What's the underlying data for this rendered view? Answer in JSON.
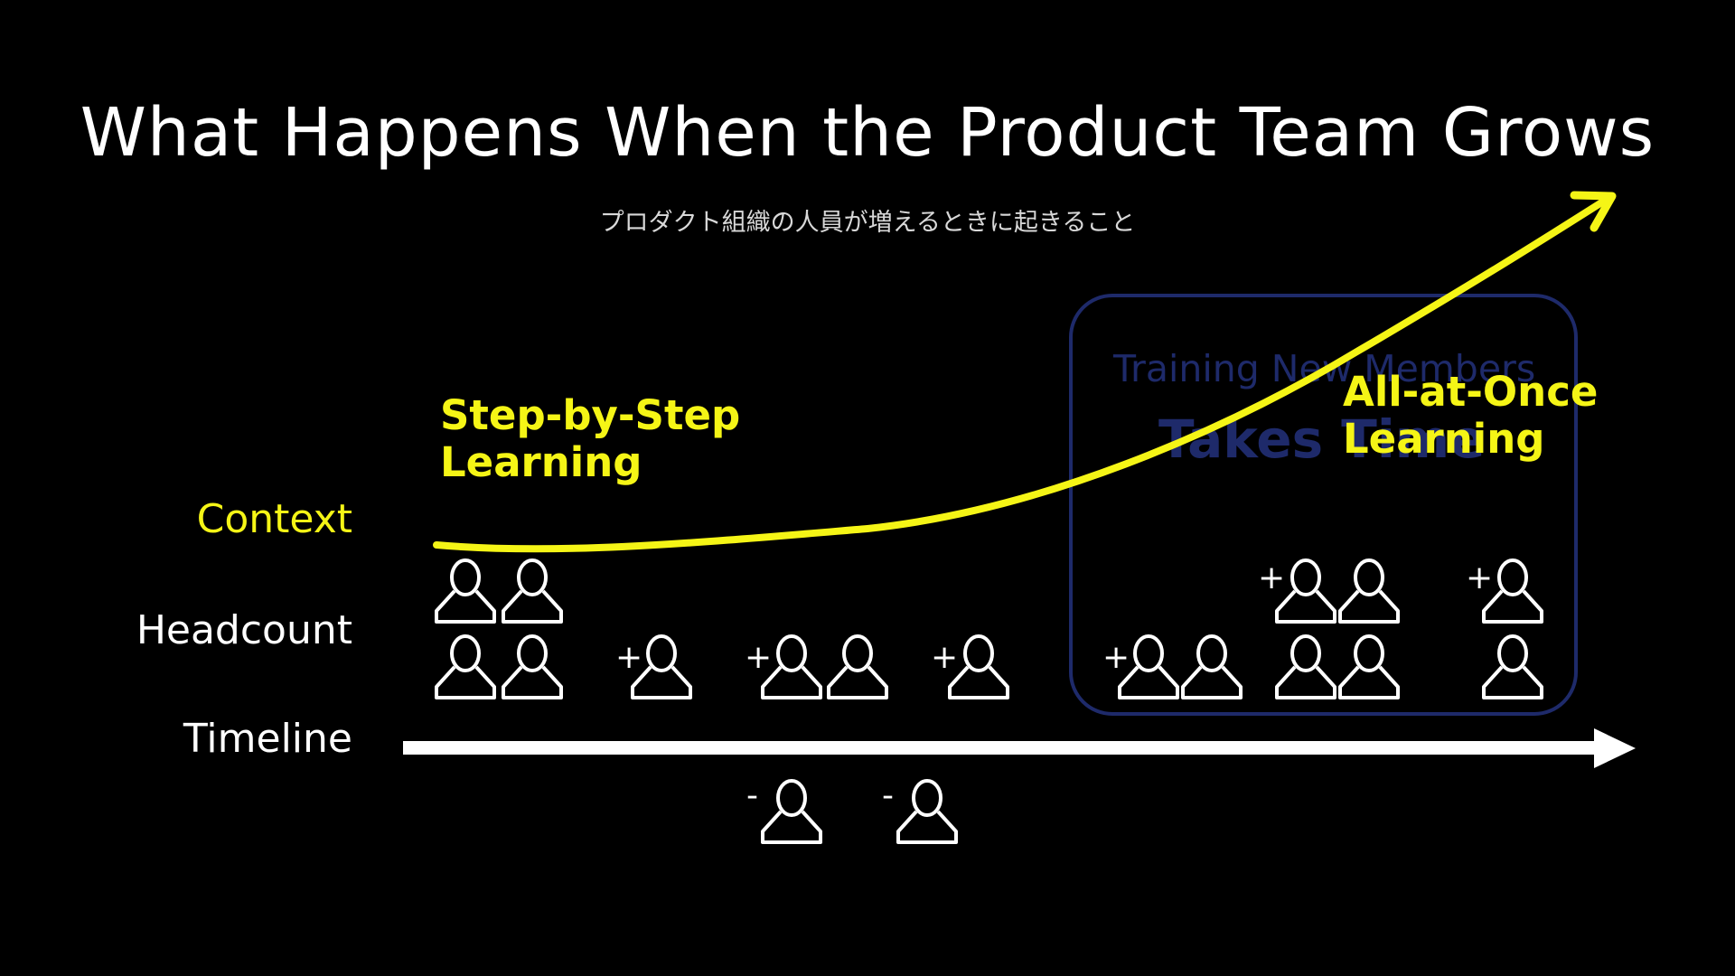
{
  "title": "What Happens When the Product Team Grows",
  "subtitle": "プロダクト組織の人員が増えるときに起きること",
  "rows": {
    "context": "Context",
    "headcount": "Headcount",
    "timeline": "Timeline"
  },
  "callouts": {
    "step_line1": "Step-by-Step",
    "step_line2": "Learning",
    "once_line1": "All-at-Once",
    "once_line2": "Learning"
  },
  "box": {
    "line1": "Training New Members",
    "line2": "Takes Time"
  },
  "markers": {
    "plus": "+",
    "minus": "-"
  },
  "colors": {
    "background": "#000000",
    "accent_yellow": "#f5f516",
    "text_white": "#ffffff",
    "box_navy": "#1e2a6a"
  },
  "icons": {
    "person": "person-outline-icon",
    "timeline": "arrow-right-icon",
    "context": "curve-arrow-icon"
  }
}
